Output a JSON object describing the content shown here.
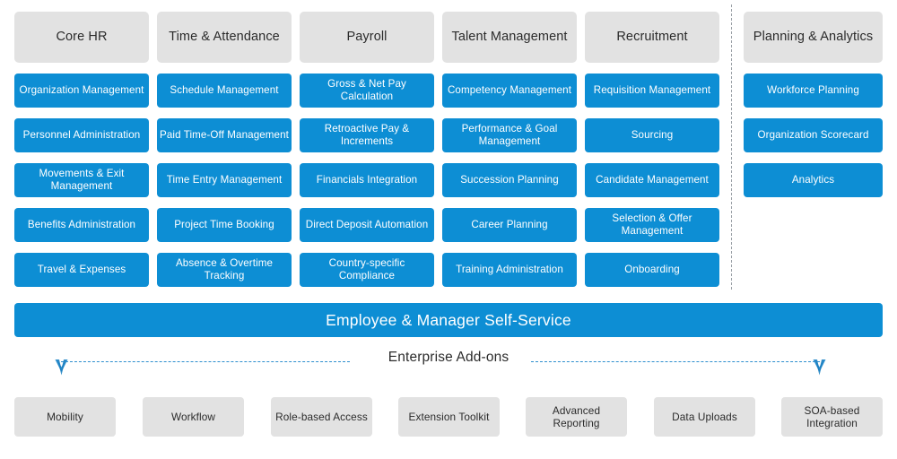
{
  "diagram": {
    "columns": [
      {
        "title": "Core HR",
        "items": [
          "Organization Management",
          "Personnel Administration",
          "Movements & Exit Management",
          "Benefits Administration",
          "Travel & Expenses"
        ]
      },
      {
        "title": "Time & Attendance",
        "items": [
          "Schedule Management",
          "Paid Time-Off Management",
          "Time Entry Management",
          "Project Time Booking",
          "Absence & Overtime Tracking"
        ]
      },
      {
        "title": "Payroll",
        "items": [
          "Gross & Net Pay Calculation",
          "Retroactive Pay & Increments",
          "Financials Integration",
          "Direct Deposit Automation",
          "Country-specific Compliance"
        ]
      },
      {
        "title": "Talent Management",
        "items": [
          "Competency Management",
          "Performance & Goal Management",
          "Succession Planning",
          "Career Planning",
          "Training Administration"
        ]
      },
      {
        "title": "Recruitment",
        "items": [
          "Requisition Management",
          "Sourcing",
          "Candidate Management",
          "Selection & Offer Management",
          "Onboarding"
        ]
      },
      {
        "title": "Planning & Analytics",
        "items": [
          "Workforce Planning",
          "Organization Scorecard",
          "Analytics"
        ]
      }
    ],
    "self_service": {
      "label": "Employee & Manager Self-Service"
    },
    "addons": {
      "label": "Enterprise Add-ons",
      "left_arrow_icon": "chevron-down-icon",
      "right_arrow_icon": "chevron-down-icon",
      "items": [
        "Mobility",
        "Workflow",
        "Role-based Access",
        "Extension Toolkit",
        "Advanced Reporting",
        "Data Uploads",
        "SOA-based Integration"
      ]
    },
    "colors": {
      "module_blue": "#0d8ed4",
      "header_gray": "#e2e2e2",
      "divider_gray": "#9aa0a6",
      "connector_blue": "#2e8fce",
      "text_dark": "#2b2b2b",
      "background": "#ffffff"
    }
  }
}
